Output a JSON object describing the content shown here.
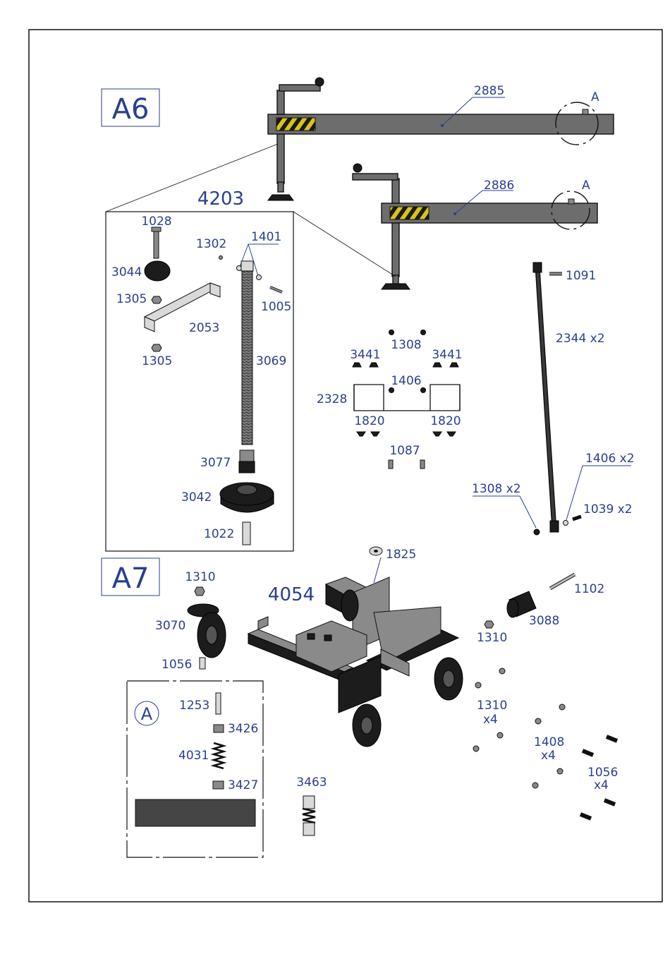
{
  "sections": {
    "a6": "A6",
    "a7": "A7",
    "detail_a": "A"
  },
  "callouts": {
    "c2885": "2885",
    "c2886": "2886",
    "detail_a_upper": "A",
    "detail_a_lower": "A",
    "c4203": "4203",
    "c1028": "1028",
    "c1302": "1302",
    "c1401": "1401",
    "c3044": "3044",
    "c1305_top": "1305",
    "c1005": "1005",
    "c2053": "2053",
    "c1305_bottom": "1305",
    "c3069": "3069",
    "c3077": "3077",
    "c3042": "3042",
    "c1022": "1022",
    "c1308": "1308",
    "c3441_left": "3441",
    "c3441_right": "3441",
    "c1406": "1406",
    "c2328": "2328",
    "c1820_left": "1820",
    "c1820_right": "1820",
    "c1087": "1087",
    "c1091": "1091",
    "c2344": "2344 x2",
    "c1406x2": "1406 x2",
    "c1308x2": "1308 x2",
    "c1039x2": "1039 x2",
    "c1825": "1825",
    "c1310_top": "1310",
    "c4054": "4054",
    "c3070": "3070",
    "c1056": "1056",
    "c1102": "1102",
    "c3088": "3088",
    "c1310_mid": "1310",
    "c1310x4_a": "1310",
    "c1310x4_b": "x4",
    "c1408_a": "1408",
    "c1408_b": "x4",
    "c1056x4_a": "1056",
    "c1056x4_b": "x4",
    "c1253": "1253",
    "c3426": "3426",
    "c4031": "4031",
    "c3427": "3427",
    "c3463": "3463"
  },
  "colors": {
    "callout_blue": "#2a3f8f",
    "part_gray": "#6d6d6d",
    "hazard_yellow": "#d9c21c"
  }
}
